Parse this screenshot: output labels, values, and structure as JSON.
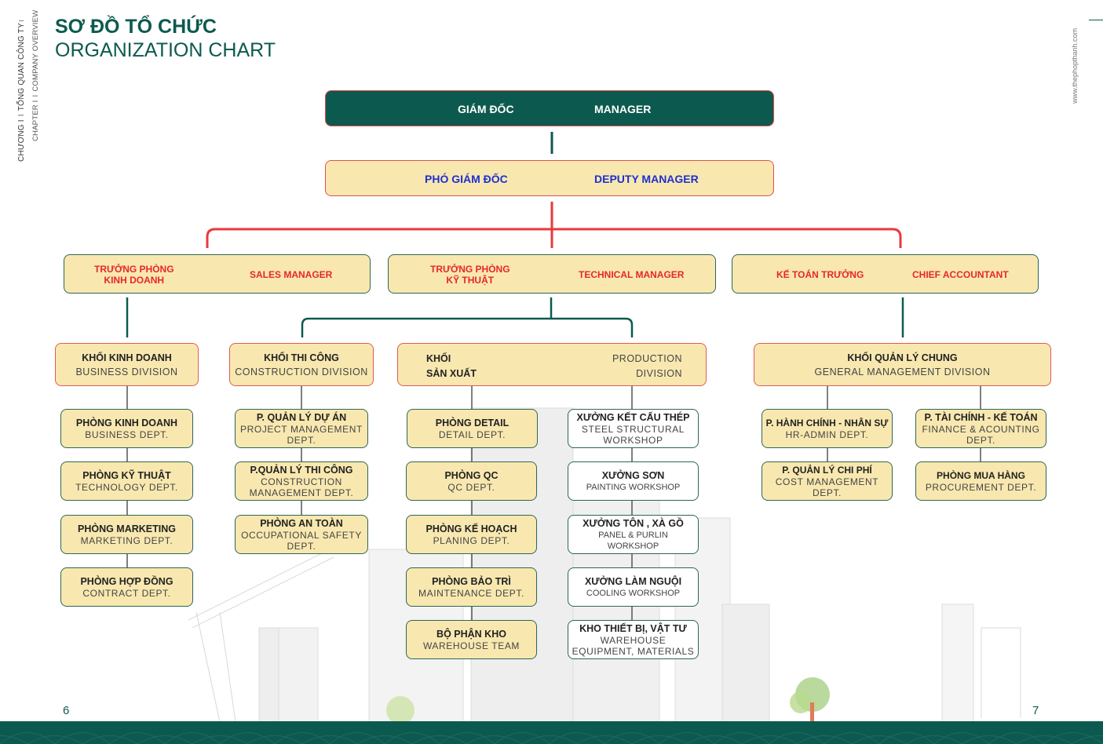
{
  "sidebar_left": {
    "chapter_vi": "CHƯƠNG I",
    "section_vi": "TỔNG QUAN CÔNG TY",
    "chapter_en": "CHAPTER I",
    "section_en": "COMPANY OVERVIEW"
  },
  "sidebar_right": {
    "website": "www.thephopthanh.com"
  },
  "title": {
    "vi": "SƠ ĐỒ TỔ CHỨC",
    "en": "ORGANIZATION CHART"
  },
  "colors": {
    "brand_green": "#0c5a4f",
    "box_fill": "#f8e8b0",
    "accent_red": "#e8262a",
    "deputy_blue": "#1f2fd0"
  },
  "org": {
    "manager": {
      "vi": "GIÁM ĐỐC",
      "en": "MANAGER"
    },
    "deputy": {
      "vi": "PHÓ GIÁM ĐỐC",
      "en": "DEPUTY MANAGER"
    },
    "heads": [
      {
        "vi_line1": "TRƯỞNG PHÒNG",
        "vi_line2": "KINH DOANH",
        "en": "SALES MANAGER"
      },
      {
        "vi_line1": "TRƯỞNG PHÒNG",
        "vi_line2": "KỸ THUẬT",
        "en": "TECHNICAL MANAGER"
      },
      {
        "vi_line1": "KẾ TOÁN TRƯỞNG",
        "vi_line2": "",
        "en": "CHIEF ACCOUNTANT"
      }
    ],
    "divisions": {
      "business": {
        "vi": "KHỐI KINH DOANH",
        "en": "BUSINESS DIVISION",
        "depts": [
          {
            "vi": "PHÒNG KINH DOANH",
            "en": "BUSINESS DEPT."
          },
          {
            "vi": "PHÒNG KỸ THUẬT",
            "en": "TECHNOLOGY DEPT."
          },
          {
            "vi": "PHÒNG MARKETING",
            "en": "MARKETING DEPT."
          },
          {
            "vi": "PHÒNG HỢP ĐỒNG",
            "en": "CONTRACT DEPT."
          }
        ]
      },
      "construction": {
        "vi": "KHỐI THI CÔNG",
        "en": "CONSTRUCTION DIVISION",
        "depts": [
          {
            "vi": "P. QUẢN LÝ DỰ ÁN",
            "en": "PROJECT MANAGEMENT DEPT."
          },
          {
            "vi": "P.QUẢN LÝ THI CÔNG",
            "en": "CONSTRUCTION MANAGEMENT DEPT."
          },
          {
            "vi": "PHÒNG AN TOÀN",
            "en": "OCCUPATIONAL SAFETY DEPT."
          }
        ]
      },
      "production": {
        "vi_line1": "KHỐI",
        "vi_line2": "SẢN XUẤT",
        "en_line1": "PRODUCTION",
        "en_line2": "DIVISION",
        "depts": [
          {
            "vi": "PHÒNG DETAIL",
            "en": "DETAIL DEPT."
          },
          {
            "vi": "PHÒNG QC",
            "en": "QC DEPT."
          },
          {
            "vi": "PHÒNG KẾ HOẠCH",
            "en": "PLANING DEPT."
          },
          {
            "vi": "PHÒNG BẢO TRÌ",
            "en": "MAINTENANCE DEPT."
          },
          {
            "vi": "BỘ PHẬN KHO",
            "en": "WAREHOUSE TEAM"
          }
        ],
        "workshops": [
          {
            "vi": "XƯỞNG KẾT CẤU THÉP",
            "en": "STEEL STRUCTURAL WORKSHOP"
          },
          {
            "vi": "XƯỞNG SƠN",
            "en": "PAINTING WORKSHOP"
          },
          {
            "vi": "XƯỞNG TÔN , XÀ GỒ",
            "en": "PANEL & PURLIN WORKSHOP"
          },
          {
            "vi": "XƯỞNG LÀM NGUỘI",
            "en": "COOLING WORKSHOP"
          },
          {
            "vi": "KHO THIẾT BỊ, VẬT TƯ",
            "en": "WAREHOUSE EQUIPMENT, MATERIALS"
          }
        ]
      },
      "general": {
        "vi": "KHỐI QUẢN LÝ CHUNG",
        "en": "GENERAL MANAGEMENT DIVISION",
        "depts_left": [
          {
            "vi": "P. HÀNH CHÍNH - NHÂN SỰ",
            "en": "HR-ADMIN DEPT."
          },
          {
            "vi": "P. QUẢN LÝ CHI PHÍ",
            "en": "COST MANAGEMENT DEPT."
          }
        ],
        "depts_right": [
          {
            "vi": "P. TÀI CHÍNH - KẾ TOÁN",
            "en": "FINANCE & ACOUNTING DEPT."
          },
          {
            "vi": "PHÒNG MUA HÀNG",
            "en": "PROCUREMENT DEPT."
          }
        ]
      }
    }
  },
  "footer": {
    "page_left": "6",
    "page_right": "7"
  }
}
